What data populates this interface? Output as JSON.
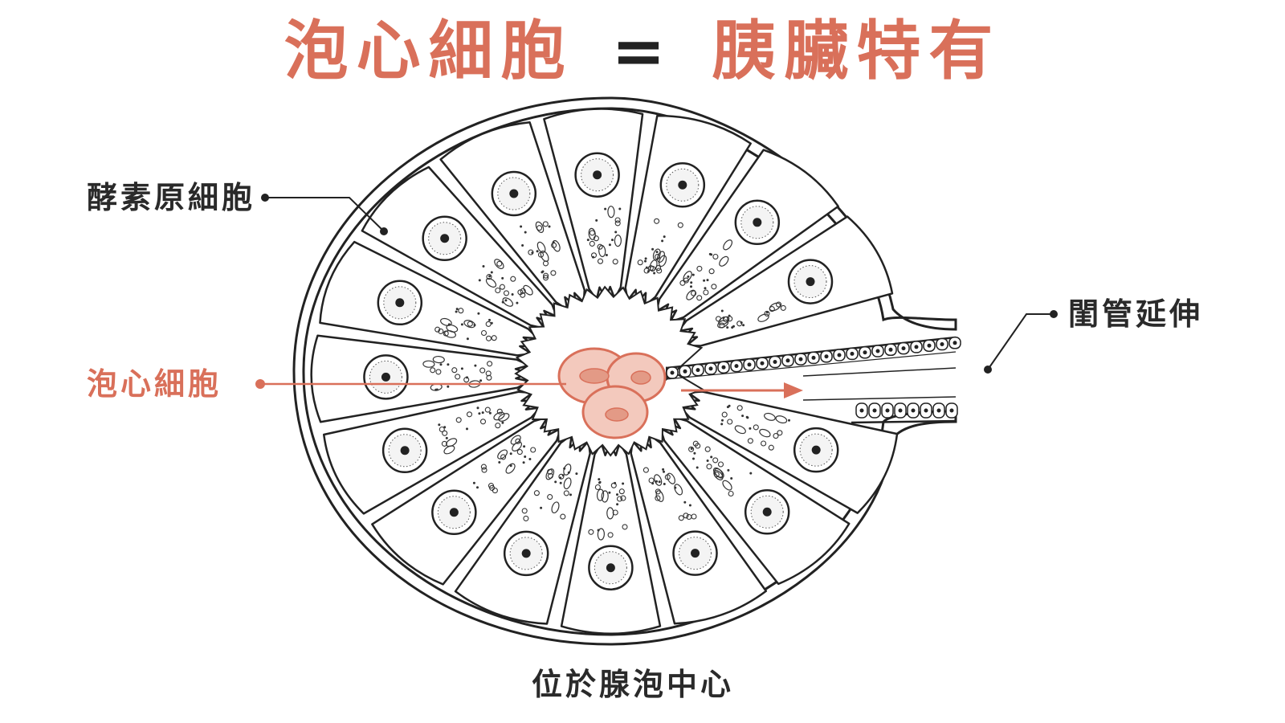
{
  "title": {
    "left": "泡心細胞",
    "equals": "=",
    "right": "胰臟特有"
  },
  "labels": {
    "acinar_cells": "酵素原細胞",
    "centroacinar_cells": "泡心細胞",
    "duct_extension": "閨管延伸",
    "caption": "位於腺泡中心"
  },
  "colors": {
    "accent": "#d9705a",
    "accent_fill": "#f3c9bd",
    "line": "#222222",
    "text": "#2a2a2a"
  }
}
